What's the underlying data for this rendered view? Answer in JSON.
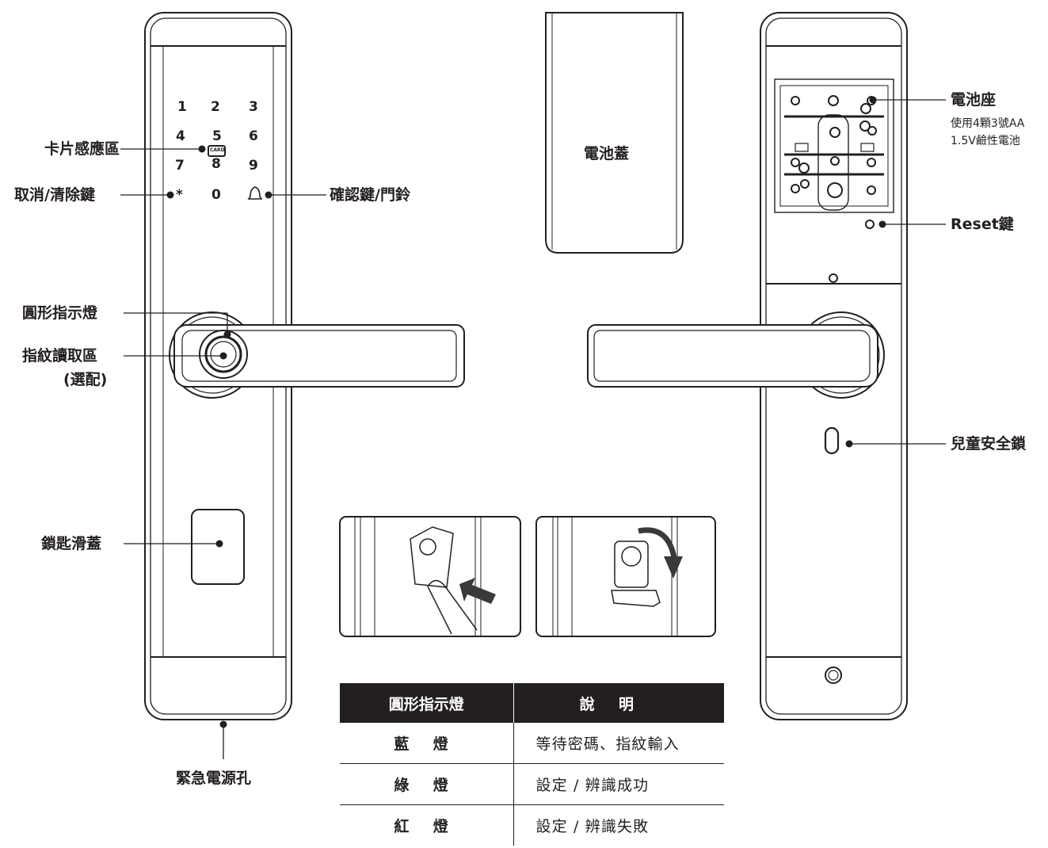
{
  "front_labels": {
    "card_sensor": "卡片感應區",
    "cancel_clear": "取消/清除鍵",
    "confirm_doorbell": "確認鍵/門鈴",
    "indicator_ring": "圓形指示燈",
    "fingerprint_reader": "指紋讀取區",
    "fingerprint_optional": "(選配)",
    "key_slide_cover": "鎖匙滑蓋",
    "emergency_power": "緊急電源孔"
  },
  "keypad": {
    "rows": [
      [
        "1",
        "2",
        "3"
      ],
      [
        "4",
        "5",
        "6"
      ],
      [
        "7",
        "8",
        "9"
      ],
      [
        "*",
        "0",
        ""
      ]
    ],
    "card_badge": "CARD"
  },
  "battery_cover_label": "電池蓋",
  "back_labels": {
    "battery_holder": "電池座",
    "battery_note_1": "使用4顆3號AA",
    "battery_note_2": "1.5V鹼性電池",
    "reset_key": "Reset鍵",
    "child_lock": "兒童安全鎖"
  },
  "legend_table": {
    "header_light": "圓形指示燈",
    "header_desc": "說明",
    "rows": [
      {
        "light": "藍燈",
        "desc": "等待密碼、指紋輸入"
      },
      {
        "light": "綠燈",
        "desc": "設定 / 辨識成功"
      },
      {
        "light": "紅燈",
        "desc": "設定 / 辨識失敗"
      }
    ]
  },
  "colors": {
    "line": "#231f20",
    "table_header": "#231f20",
    "arrow": "#3a3a3a"
  }
}
